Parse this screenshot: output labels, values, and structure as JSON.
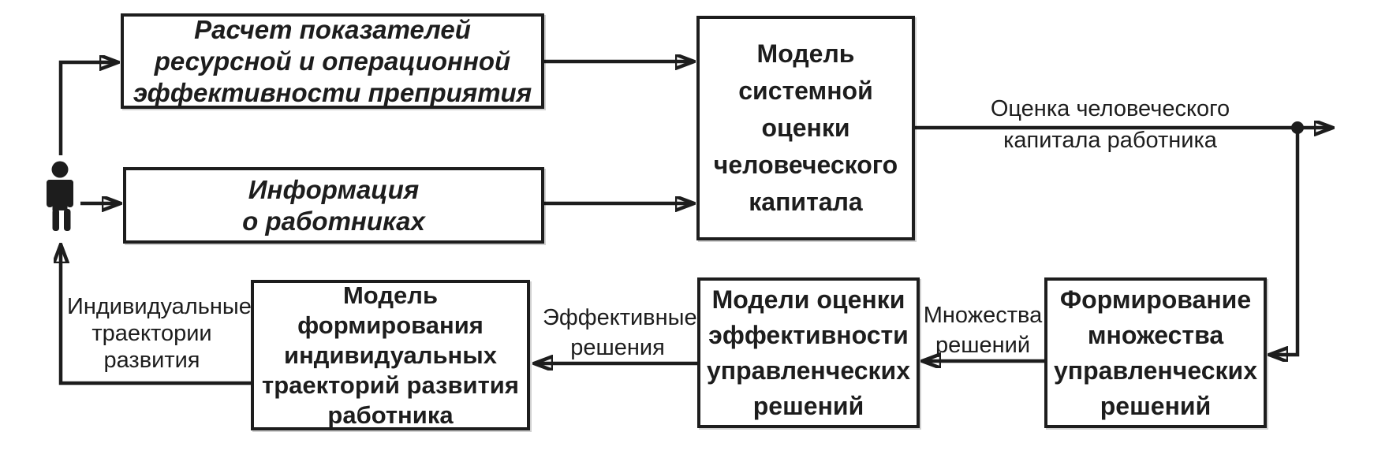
{
  "colors": {
    "ink": "#1d1d1d",
    "background": "#ffffff"
  },
  "icons": {
    "person": "person-icon"
  },
  "nodes": {
    "calc": {
      "label": "Расчет показателей\nресурсной и операционной\nэффективности преприятия"
    },
    "info": {
      "label": "Информация\nо работниках"
    },
    "assessment_model": {
      "label": "Модель\nсистемной\nоценки\nчеловеческого\nкапитала"
    },
    "solution_formation": {
      "label": "Формирование\nмножества\nуправленческих\nрешений"
    },
    "efficiency_models": {
      "label": "Модели оценки\nэффективности\nуправленческих\nрешений"
    },
    "trajectory_model": {
      "label": "Модель\nформирования\nиндивидуальных\nтраекторий развития\nработника"
    }
  },
  "edges": {
    "assessment": {
      "label": "Оценка человеческого\nкапитала работника"
    },
    "solution_set": {
      "label": "Множества\nрешений"
    },
    "effective": {
      "label": "Эффективные\nрешения"
    },
    "individual": {
      "label": "Индивидуальные\nтраектории\nразвития"
    }
  }
}
